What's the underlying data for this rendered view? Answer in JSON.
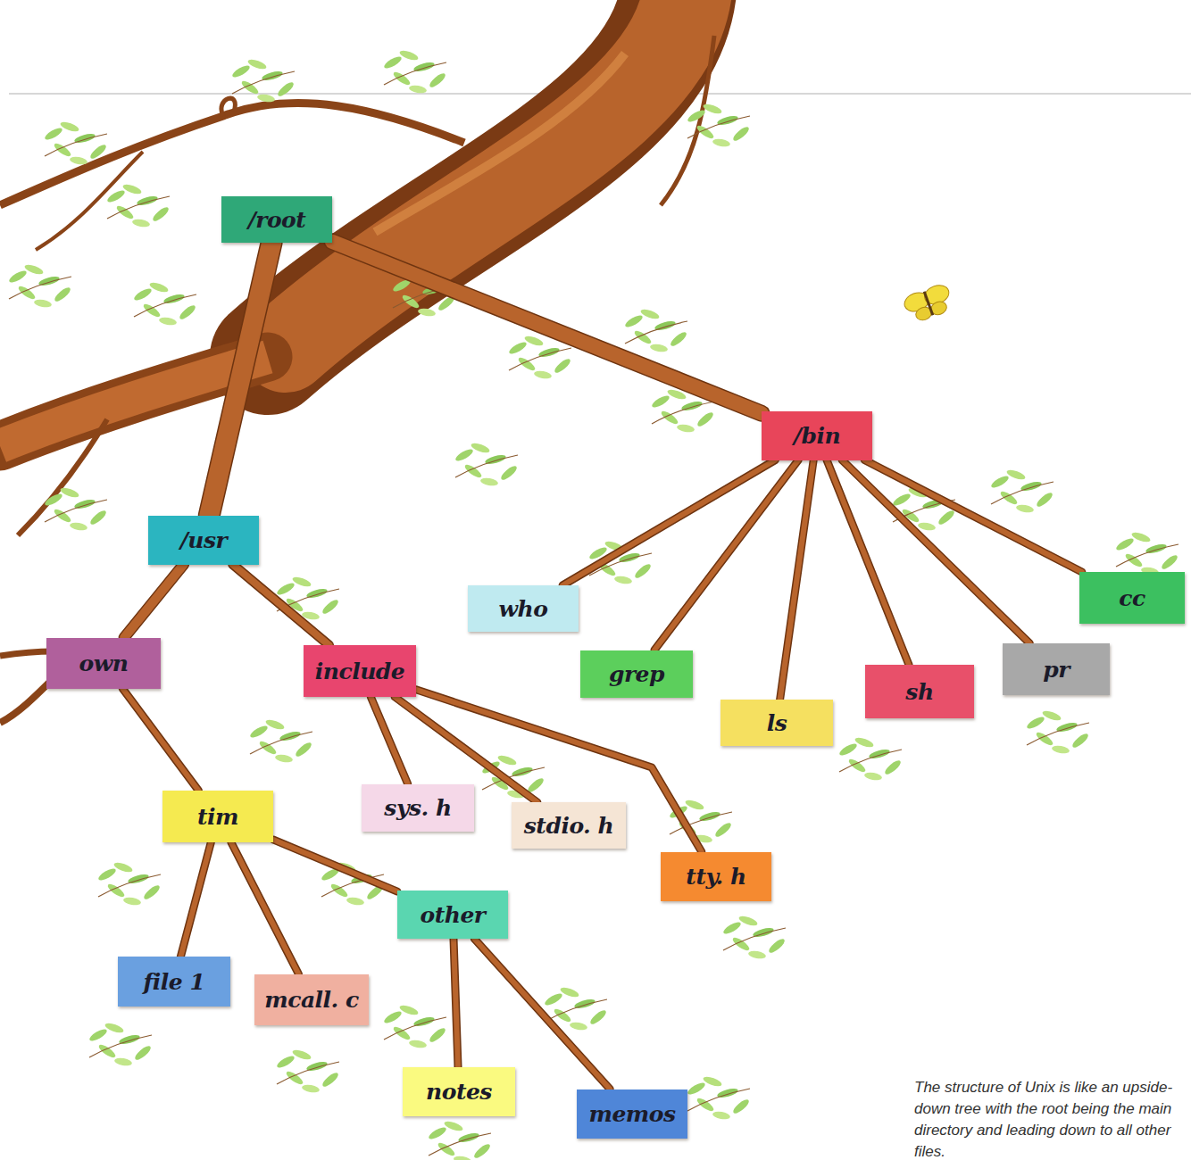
{
  "diagram": {
    "caption": "The structure of Unix is like an upside-down tree with the root being the main directory and leading down to all other files.",
    "nodes": [
      {
        "text": [
          "/root"
        ]
      },
      {
        "text": [
          "/bin"
        ]
      },
      {
        "text": [
          "/usr"
        ]
      },
      {
        "text": [
          "cc"
        ]
      },
      {
        "text": [
          "who"
        ]
      },
      {
        "text": [
          "pr"
        ]
      },
      {
        "text": [
          "own"
        ]
      },
      {
        "text": [
          "grep"
        ]
      },
      {
        "text": [
          "include"
        ]
      },
      {
        "text": [
          "sh"
        ]
      },
      {
        "text": [
          "ls"
        ]
      },
      {
        "text": [
          "tim"
        ]
      },
      {
        "text": [
          "sys. h"
        ]
      },
      {
        "text": [
          "stdio. h"
        ]
      },
      {
        "text": [
          "tty. h"
        ]
      },
      {
        "text": [
          "other"
        ]
      },
      {
        "text": [
          "file 1"
        ]
      },
      {
        "text": [
          "mcall. c"
        ]
      },
      {
        "text": [
          "notes"
        ]
      },
      {
        "text": [
          "memos"
        ]
      }
    ],
    "edges": [
      {
        "from": 0,
        "to": 2,
        "arrow": "none"
      },
      {
        "from": 0,
        "to": 1,
        "arrow": "none"
      },
      {
        "from": 1,
        "to": 4,
        "arrow": "none"
      },
      {
        "from": 1,
        "to": 7,
        "arrow": "none"
      },
      {
        "from": 1,
        "to": 10,
        "arrow": "none"
      },
      {
        "from": 1,
        "to": 9,
        "arrow": "none"
      },
      {
        "from": 1,
        "to": 5,
        "arrow": "none"
      },
      {
        "from": 1,
        "to": 3,
        "arrow": "none"
      },
      {
        "from": 2,
        "to": 6,
        "arrow": "none"
      },
      {
        "from": 2,
        "to": 8,
        "arrow": "none"
      },
      {
        "from": 8,
        "to": 12,
        "arrow": "none"
      },
      {
        "from": 8,
        "to": 13,
        "arrow": "none"
      },
      {
        "from": 8,
        "to": 14,
        "arrow": "none"
      },
      {
        "from": 6,
        "to": 11,
        "arrow": "none"
      },
      {
        "from": 11,
        "to": 16,
        "arrow": "none"
      },
      {
        "from": 11,
        "to": 17,
        "arrow": "none"
      },
      {
        "from": 11,
        "to": 15,
        "arrow": "none"
      },
      {
        "from": 15,
        "to": 18,
        "arrow": "none"
      },
      {
        "from": 15,
        "to": 19,
        "arrow": "none"
      }
    ]
  }
}
